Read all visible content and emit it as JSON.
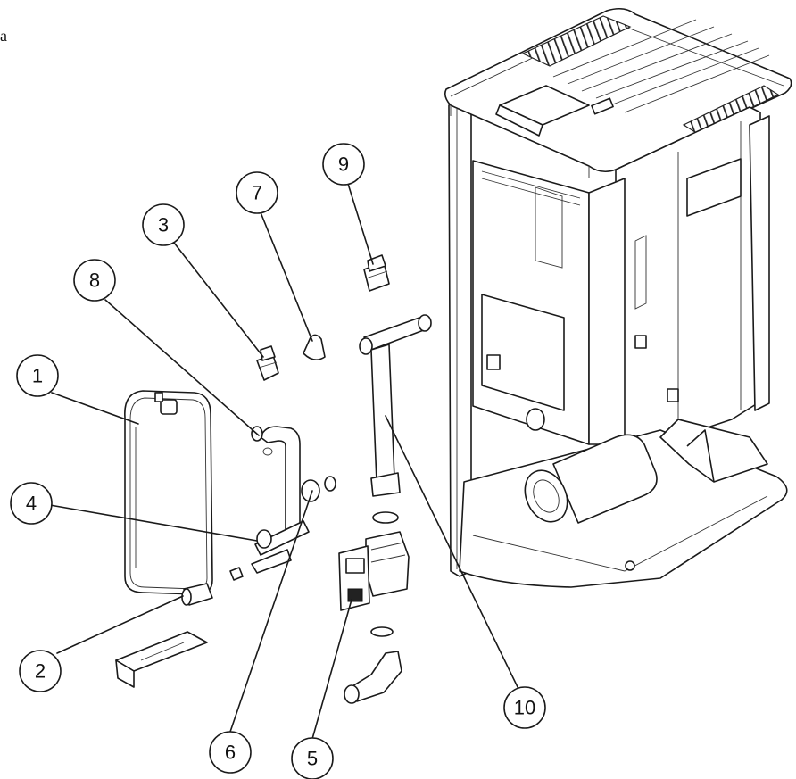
{
  "corner_mark": "a",
  "callouts": [
    {
      "id": "1",
      "label": "1"
    },
    {
      "id": "2",
      "label": "2"
    },
    {
      "id": "3",
      "label": "3"
    },
    {
      "id": "4",
      "label": "4"
    },
    {
      "id": "5",
      "label": "5"
    },
    {
      "id": "6",
      "label": "6"
    },
    {
      "id": "7",
      "label": "7"
    },
    {
      "id": "8",
      "label": "8"
    },
    {
      "id": "9",
      "label": "9"
    },
    {
      "id": "10",
      "label": "10"
    }
  ],
  "colors": {
    "line": "#1a1a1a",
    "background": "#ffffff"
  }
}
